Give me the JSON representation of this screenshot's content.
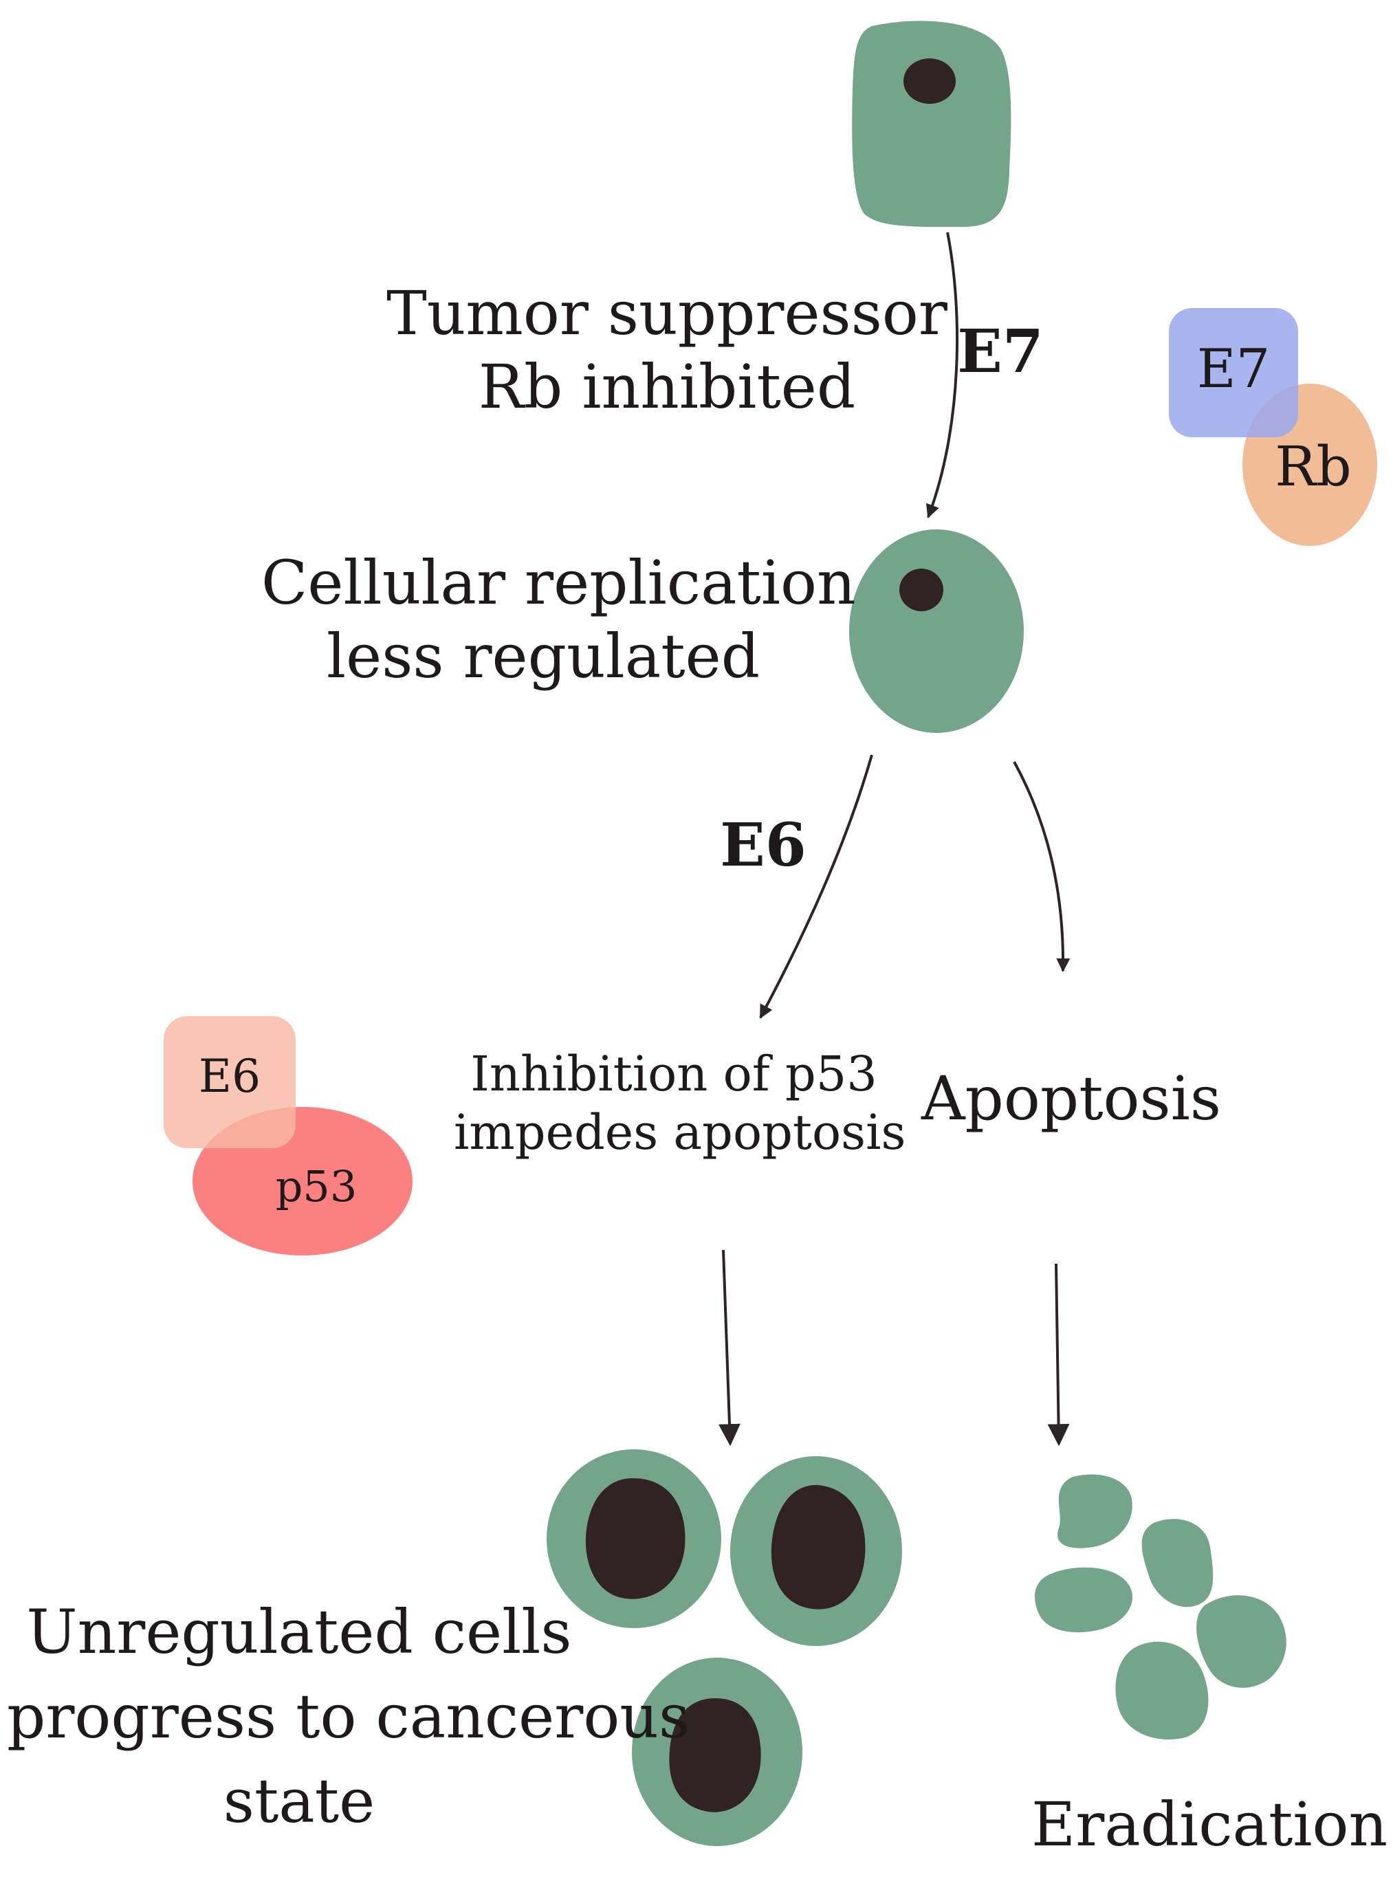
{
  "colors": {
    "cell": "#74a58b",
    "nucleus": "#312224",
    "arrow": "#2c2426",
    "e7_box": "#9aa8ec",
    "rb_oval": "#f0b890",
    "e6_box": "#f8b8a4",
    "p53_oval": "#fb7a7a",
    "text": "#1e1a1b"
  },
  "labels": {
    "rb_step": {
      "line1": "Tumor suppressor",
      "line2": "Rb inhibited"
    },
    "e7_arrow": "E7",
    "replication": {
      "line1": "Cellular replication",
      "line2": "less regulated"
    },
    "e6_arrow": "E6",
    "p53_step": {
      "line1": "Inhibition of p53",
      "line2": "impedes apoptosis"
    },
    "apoptosis": "Apoptosis",
    "cancer": {
      "line1": "Unregulated cells",
      "line2": "progress to cancerous",
      "line3": "state"
    },
    "eradication": "Eradication"
  },
  "complexes": {
    "e7_rb": {
      "protein": "E7",
      "target": "Rb"
    },
    "e6_p53": {
      "protein": "E6",
      "target": "p53"
    }
  }
}
